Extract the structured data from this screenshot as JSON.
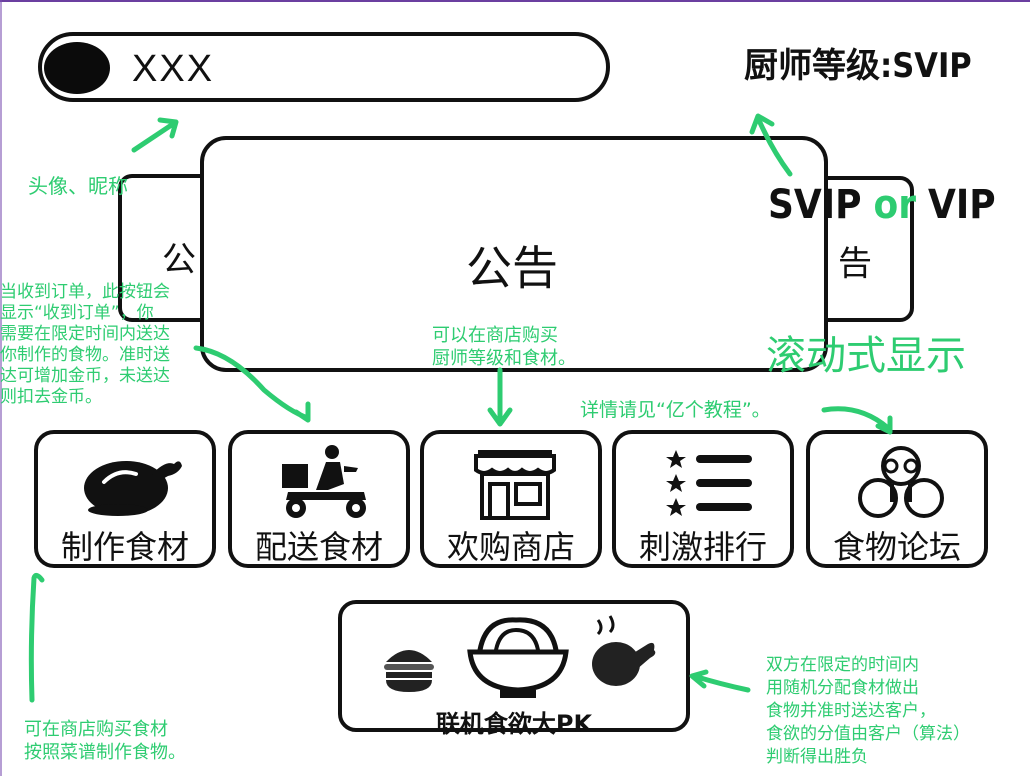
{
  "profile": {
    "nickname": "XXX"
  },
  "chef_level": {
    "text": "厨师等级:SVIP"
  },
  "notes": {
    "avatar_note": "头像、昵称",
    "svip_or": "or",
    "svip_left": "SVIP",
    "svip_right": "VIP",
    "delivery_note": [
      "当收到订单，此按钮会",
      "显示“收到订单”，你",
      "需要在限定时间内送达",
      "你制作的食物。准时送",
      "达可增加金币，未送达",
      "则扣去金币。"
    ],
    "shop_note": [
      "可以在商店购买",
      "厨师等级和食材。"
    ],
    "scroll_note": "滚动式显示",
    "forum_note": "详情请见“亿个教程”。",
    "make_note": [
      "可在商店购买食材",
      "按照菜谱制作食物。"
    ],
    "pk_note": [
      "双方在限定的时间内",
      "用随机分配食材做出",
      "食物并准时送达客户，",
      "食欲的分值由客户（算法）",
      "判断得出胜负"
    ]
  },
  "notices": {
    "main": "公告",
    "left_partial": "公",
    "right_partial": "告"
  },
  "nav": [
    {
      "label": "制作食材",
      "icon": "roast-chicken-icon"
    },
    {
      "label": "配送食材",
      "icon": "delivery-scooter-icon"
    },
    {
      "label": "欢购商店",
      "icon": "shop-icon"
    },
    {
      "label": "刺激排行",
      "icon": "ranking-list-icon"
    },
    {
      "label": "食物论坛",
      "icon": "forum-people-icon"
    }
  ],
  "pk": {
    "label": "联机食欲大PK",
    "icons": [
      "burger-icon",
      "noodle-bowl-icon",
      "drumstick-icon"
    ]
  },
  "colors": {
    "annotation": "#2ecc71",
    "ink": "#111111",
    "frame": "#6b3fa0"
  }
}
